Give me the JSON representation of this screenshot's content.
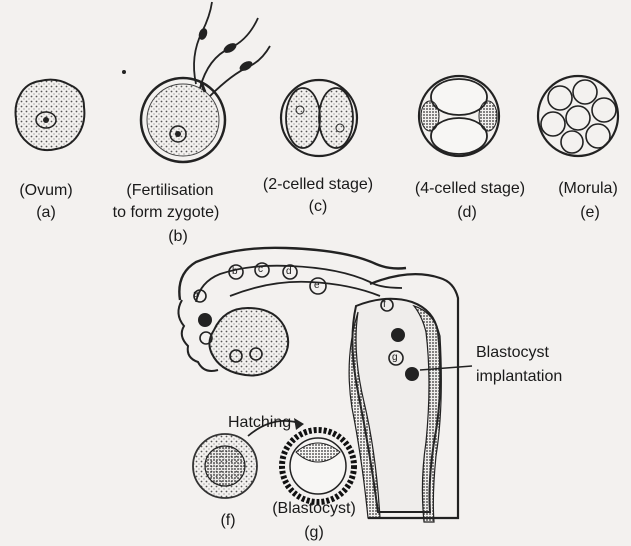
{
  "stages": [
    {
      "caption": "(Ovum)",
      "letter": "(a)"
    },
    {
      "caption_line1": "(Fertilisation",
      "caption_line2": "to form zygote)",
      "letter": "(b)"
    },
    {
      "caption": "(2-celled stage)",
      "letter": "(c)"
    },
    {
      "caption": "(4-celled stage)",
      "letter": "(d)"
    },
    {
      "caption": "(Morula)",
      "letter": "(e)"
    }
  ],
  "lower": {
    "hatching": "Hatching",
    "f_letter": "(f)",
    "blastocyst": "(Blastocyst)",
    "g_letter": "(g)",
    "implantation_line1": "Blastocyst",
    "implantation_line2": "implantation",
    "tube_letters": [
      "a",
      "b",
      "c",
      "d",
      "e",
      "f",
      "g"
    ]
  },
  "colors": {
    "ink": "#1d1d1d",
    "paper": "#f3f1ef",
    "stipple": "#6a6a6a"
  }
}
